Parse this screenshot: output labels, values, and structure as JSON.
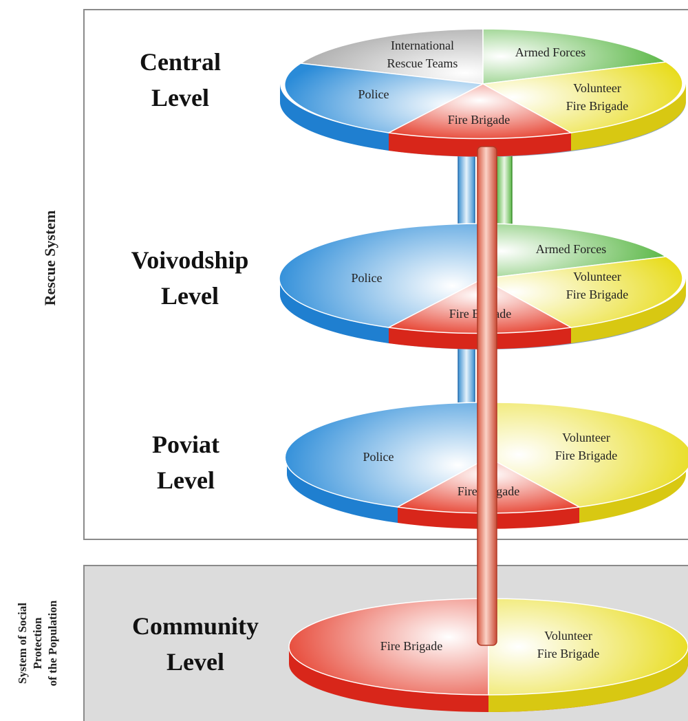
{
  "side_labels": {
    "rescue_system": "Rescue System",
    "social_protection": [
      "System of Social",
      "Protection",
      "of the Population"
    ]
  },
  "levels": [
    {
      "name": [
        "Central",
        "Level"
      ],
      "segments": [
        {
          "label": [
            "International",
            "Rescue Teams"
          ],
          "color": "#bdbdbd"
        },
        {
          "label": [
            "Armed Forces"
          ],
          "color": "#5cb848"
        },
        {
          "label": [
            "Police"
          ],
          "color": "#2a8bd8"
        },
        {
          "label": [
            "Volunteer",
            "Fire Brigade"
          ],
          "color": "#e8dc1c"
        },
        {
          "label": [
            "Fire Brigade"
          ],
          "color": "#e53a28"
        }
      ]
    },
    {
      "name": [
        "Voivodship",
        "Level"
      ],
      "segments": [
        {
          "label": [
            "Armed Forces"
          ],
          "color": "#5cb848"
        },
        {
          "label": [
            "Police"
          ],
          "color": "#2a8bd8"
        },
        {
          "label": [
            "Volunteer",
            "Fire Brigade"
          ],
          "color": "#e8dc1c"
        },
        {
          "label": [
            "Fire Brigade"
          ],
          "color": "#e53a28"
        }
      ]
    },
    {
      "name": [
        "Poviat",
        "Level"
      ],
      "segments": [
        {
          "label": [
            "Police"
          ],
          "color": "#2a8bd8"
        },
        {
          "label": [
            "Volunteer",
            "Fire Brigade"
          ],
          "color": "#e8dc1c"
        },
        {
          "label": [
            "Fire Brigade"
          ],
          "color": "#e53a28"
        }
      ]
    },
    {
      "name": [
        "Community",
        "Level"
      ],
      "segments": [
        {
          "label": [
            "Fire Brigade"
          ],
          "color": "#e53a28"
        },
        {
          "label": [
            "Volunteer",
            "Fire Brigade"
          ],
          "color": "#e8dc1c"
        }
      ]
    }
  ]
}
